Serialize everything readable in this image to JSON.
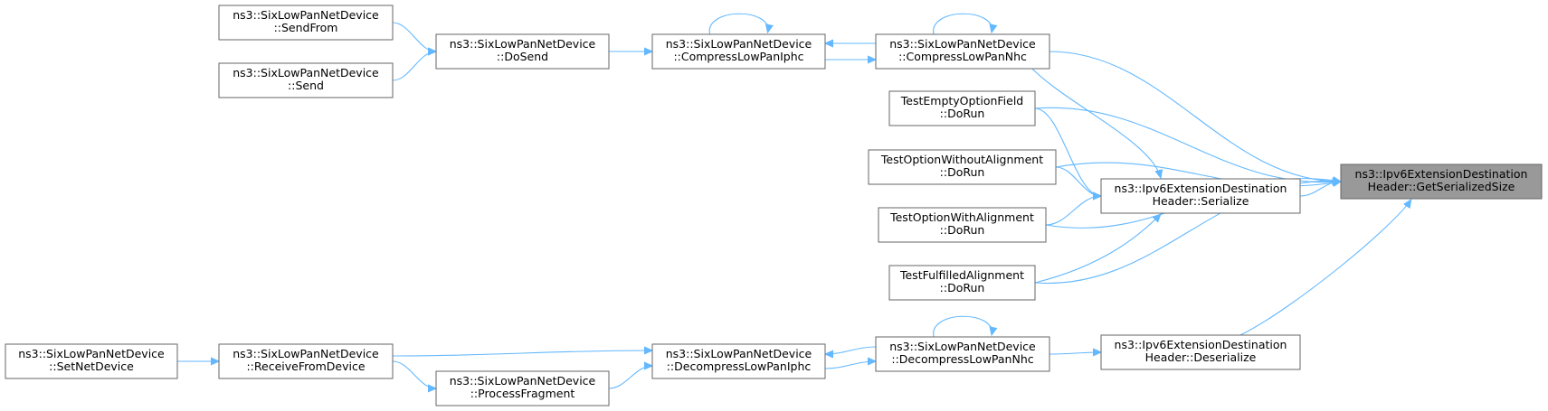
{
  "nodes": [
    {
      "id": "getserializedsize",
      "lines": [
        "ns3::Ipv6ExtensionDestination",
        "Header::GetSerializedSize"
      ],
      "focus": true
    },
    {
      "id": "serialize",
      "lines": [
        "ns3::Ipv6ExtensionDestination",
        "Header::Serialize"
      ]
    },
    {
      "id": "deserialize",
      "lines": [
        "ns3::Ipv6ExtensionDestination",
        "Header::Deserialize"
      ]
    },
    {
      "id": "compresslowpannhc",
      "lines": [
        "ns3::SixLowPanNetDevice",
        "::CompressLowPanNhc"
      ]
    },
    {
      "id": "compresslowpaniphc",
      "lines": [
        "ns3::SixLowPanNetDevice",
        "::CompressLowPanIphc"
      ]
    },
    {
      "id": "dosend",
      "lines": [
        "ns3::SixLowPanNetDevice",
        "::DoSend"
      ]
    },
    {
      "id": "sendfrom",
      "lines": [
        "ns3::SixLowPanNetDevice",
        "::SendFrom"
      ]
    },
    {
      "id": "send",
      "lines": [
        "ns3::SixLowPanNetDevice",
        "::Send"
      ]
    },
    {
      "id": "testemptyoptionfield",
      "lines": [
        "TestEmptyOptionField",
        "::DoRun"
      ]
    },
    {
      "id": "testoptionwithoutalignment",
      "lines": [
        "TestOptionWithoutAlignment",
        "::DoRun"
      ]
    },
    {
      "id": "testoptionwithalignment",
      "lines": [
        "TestOptionWithAlignment",
        "::DoRun"
      ]
    },
    {
      "id": "testfulfilledalignment",
      "lines": [
        "TestFulfilledAlignment",
        "::DoRun"
      ]
    },
    {
      "id": "decompresslowpannhc",
      "lines": [
        "ns3::SixLowPanNetDevice",
        "::DecompressLowPanNhc"
      ]
    },
    {
      "id": "decompresslowpaniphc",
      "lines": [
        "ns3::SixLowPanNetDevice",
        "::DecompressLowPanIphc"
      ]
    },
    {
      "id": "receivefromdevice",
      "lines": [
        "ns3::SixLowPanNetDevice",
        "::ReceiveFromDevice"
      ]
    },
    {
      "id": "processfragment",
      "lines": [
        "ns3::SixLowPanNetDevice",
        "::ProcessFragment"
      ]
    },
    {
      "id": "setnetdevice",
      "lines": [
        "ns3::SixLowPanNetDevice",
        "::SetNetDevice"
      ]
    }
  ],
  "edges": [
    {
      "from": "compresslowpannhc",
      "to": "getserializedsize"
    },
    {
      "from": "testemptyoptionfield",
      "to": "getserializedsize"
    },
    {
      "from": "testoptionwithoutalignment",
      "to": "getserializedsize"
    },
    {
      "from": "serialize",
      "to": "getserializedsize"
    },
    {
      "from": "testoptionwithalignment",
      "to": "getserializedsize"
    },
    {
      "from": "testfulfilledalignment",
      "to": "getserializedsize"
    },
    {
      "from": "deserialize",
      "to": "getserializedsize"
    },
    {
      "from": "compresslowpannhc",
      "to": "serialize"
    },
    {
      "from": "testemptyoptionfield",
      "to": "serialize"
    },
    {
      "from": "testoptionwithoutalignment",
      "to": "serialize"
    },
    {
      "from": "testoptionwithalignment",
      "to": "serialize"
    },
    {
      "from": "testfulfilledalignment",
      "to": "serialize"
    },
    {
      "from": "compresslowpannhc",
      "to": "compresslowpannhc"
    },
    {
      "from": "compresslowpannhc",
      "to": "compresslowpaniphc"
    },
    {
      "from": "compresslowpaniphc",
      "to": "compresslowpaniphc"
    },
    {
      "from": "compresslowpaniphc",
      "to": "compresslowpannhc"
    },
    {
      "from": "dosend",
      "to": "compresslowpaniphc"
    },
    {
      "from": "sendfrom",
      "to": "dosend"
    },
    {
      "from": "send",
      "to": "dosend"
    },
    {
      "from": "decompresslowpannhc",
      "to": "deserialize"
    },
    {
      "from": "decompresslowpannhc",
      "to": "decompresslowpannhc"
    },
    {
      "from": "decompresslowpannhc",
      "to": "decompresslowpaniphc"
    },
    {
      "from": "decompresslowpaniphc",
      "to": "decompresslowpannhc"
    },
    {
      "from": "receivefromdevice",
      "to": "decompresslowpaniphc"
    },
    {
      "from": "processfragment",
      "to": "decompresslowpaniphc"
    },
    {
      "from": "receivefromdevice",
      "to": "processfragment"
    },
    {
      "from": "setnetdevice",
      "to": "receivefromdevice"
    }
  ]
}
